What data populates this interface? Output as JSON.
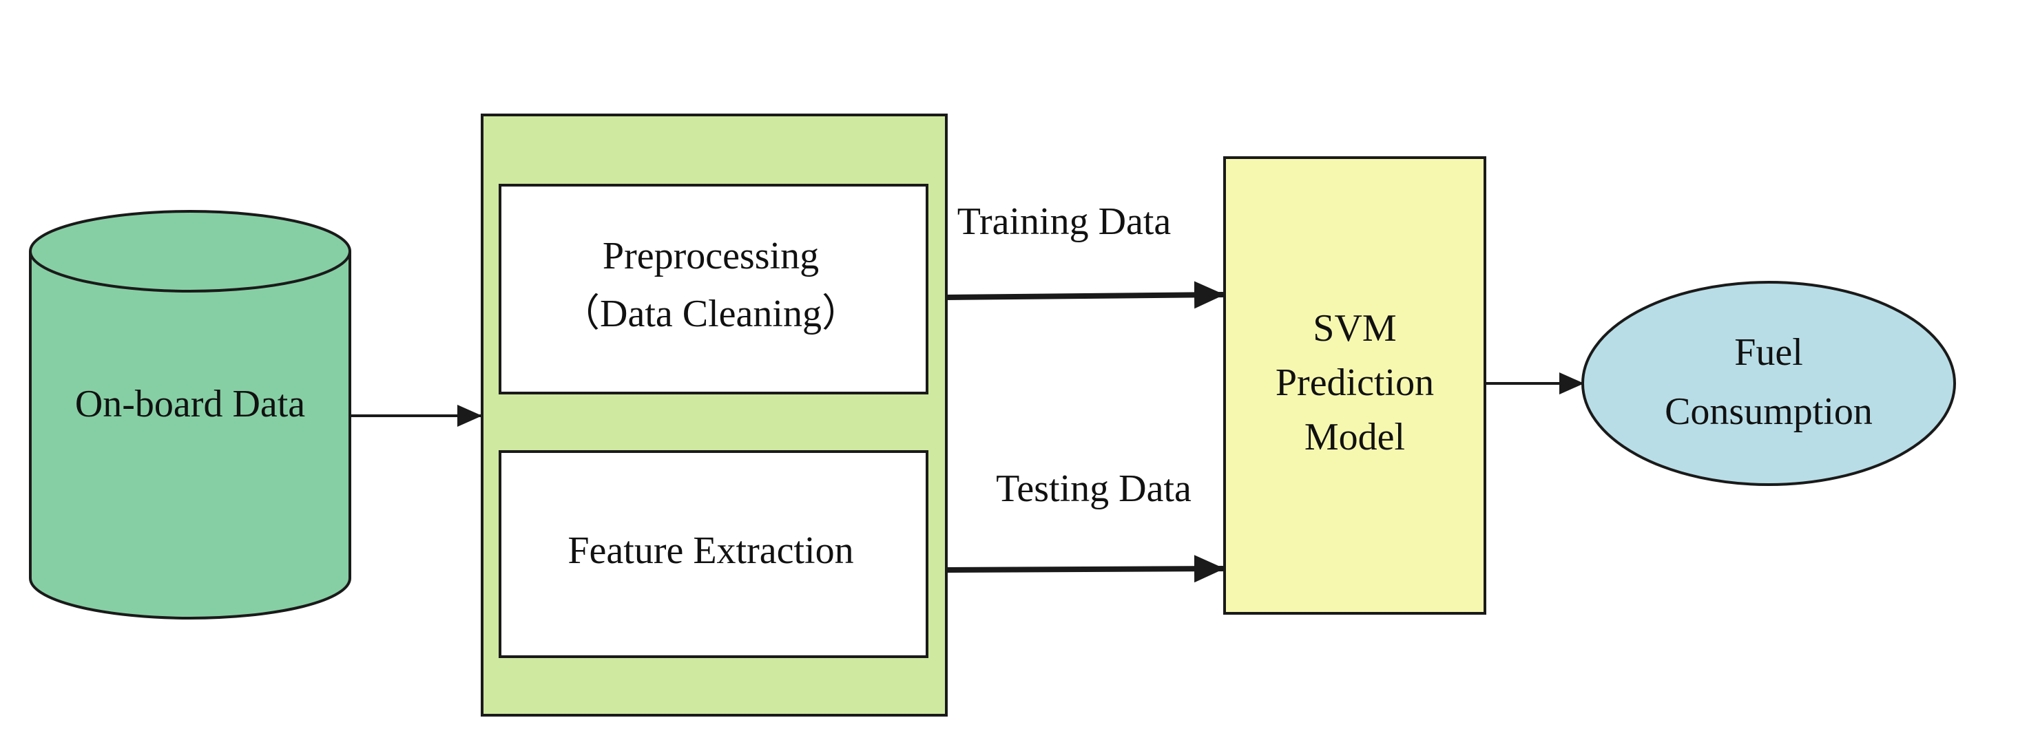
{
  "nodes": {
    "onboard": {
      "label": "On-board Data"
    },
    "preprocessing": {
      "line1": "Preprocessing",
      "line2": "（Data Cleaning）"
    },
    "feature": {
      "label": "Feature Extraction"
    },
    "svm": {
      "line1": "SVM",
      "line2": "Prediction",
      "line3": "Model"
    },
    "fuel": {
      "line1": "Fuel",
      "line2": "Consumption"
    }
  },
  "edges": {
    "training": {
      "label": "Training Data"
    },
    "testing": {
      "label": "Testing Data"
    }
  },
  "colors": {
    "cylinder_fill": "#86cfa4",
    "processing_fill": "#cfe9a0",
    "inner_box_fill": "#ffffff",
    "svm_fill": "#f6f8b0",
    "ellipse_fill": "#b8dde6",
    "stroke": "#1a1a1a"
  }
}
